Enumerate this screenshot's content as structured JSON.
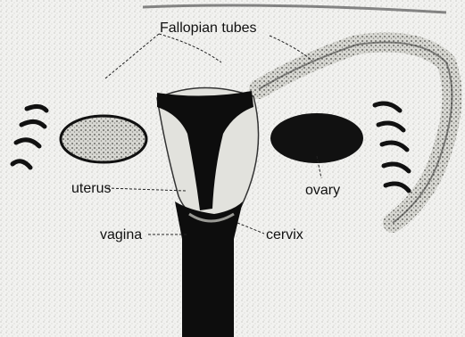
{
  "labels": {
    "fallopian_tubes": "Fallopian tubes",
    "uterus": "uterus",
    "ovary": "ovary",
    "vagina": "vagina",
    "cervix": "cervix"
  },
  "colors": {
    "background": "#f4f4f2",
    "ink": "#111111",
    "speckle": "#cfcfcb",
    "light_tissue": "#e6e6e2"
  }
}
